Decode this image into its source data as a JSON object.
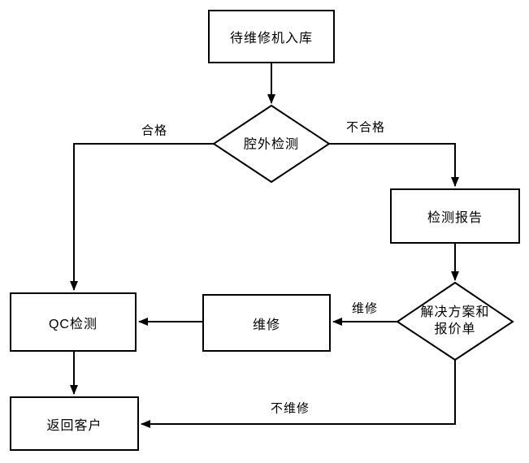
{
  "diagram": {
    "type": "flowchart",
    "background_color": "#ffffff",
    "line_color": "#000000",
    "text_color": "#000000",
    "nodes": {
      "intake": {
        "shape": "rect",
        "label": "待维修机入库"
      },
      "external_check": {
        "shape": "diamond",
        "label": "腔外检测"
      },
      "report": {
        "shape": "rect",
        "label": "检测报告"
      },
      "solution": {
        "shape": "diamond",
        "label_line1": "解决方案和",
        "label_line2": "报价单"
      },
      "repair": {
        "shape": "rect",
        "label": "维修"
      },
      "qc": {
        "shape": "rect",
        "label": "QC检测"
      },
      "return_customer": {
        "shape": "rect",
        "label": "返回客户"
      }
    },
    "edge_labels": {
      "pass": "合格",
      "fail": "不合格",
      "do_repair": "维修",
      "no_repair": "不维修"
    },
    "edges": [
      {
        "from": "intake",
        "to": "external_check",
        "label": ""
      },
      {
        "from": "external_check",
        "to": "qc",
        "label": "合格"
      },
      {
        "from": "external_check",
        "to": "report",
        "label": "不合格"
      },
      {
        "from": "report",
        "to": "solution",
        "label": ""
      },
      {
        "from": "solution",
        "to": "repair",
        "label": "维修"
      },
      {
        "from": "repair",
        "to": "qc",
        "label": ""
      },
      {
        "from": "qc",
        "to": "return_customer",
        "label": ""
      },
      {
        "from": "solution",
        "to": "return_customer",
        "label": "不维修"
      }
    ]
  }
}
